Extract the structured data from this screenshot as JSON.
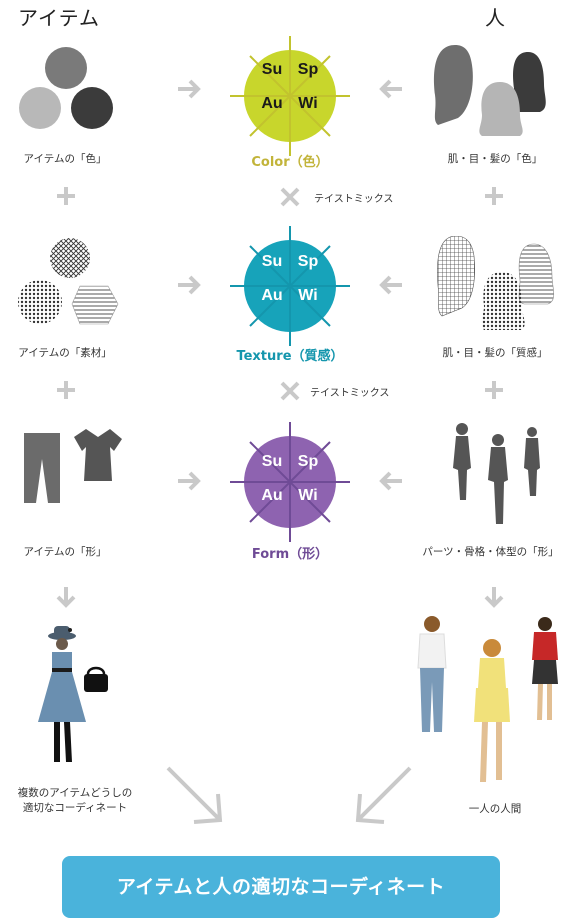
{
  "headers": {
    "item": "アイテム",
    "person": "人"
  },
  "rows": [
    {
      "left_label": "アイテムの「色」",
      "center_label": "Color（色）",
      "right_label": "肌・目・髪の「色」",
      "color": "#c8d62c",
      "line_color": "#c2c32e",
      "label_color": "#c2b43a"
    },
    {
      "left_label": "アイテムの「素材」",
      "center_label": "Texture（質感）",
      "right_label": "肌・目・髪の「質感」",
      "color": "#17a3ba",
      "line_color": "#1496ad",
      "label_color": "#1496ad"
    },
    {
      "left_label": "アイテムの「形」",
      "center_label": "Form（形）",
      "right_label": "パーツ・骨格・体型の「形」",
      "color": "#8e63b0",
      "line_color": "#6f4b96",
      "label_color": "#6f4b96"
    }
  ],
  "seasons": [
    "Su",
    "Sp",
    "Au",
    "Wi"
  ],
  "taste_mix": [
    "テイストミックス",
    "テイストミックス"
  ],
  "bottom_left_label": [
    "複数のアイテムどうしの",
    "適切なコーディネート"
  ],
  "bottom_right_label": "一人の人間",
  "banner": "アイテムと人の適切なコーディネート"
}
